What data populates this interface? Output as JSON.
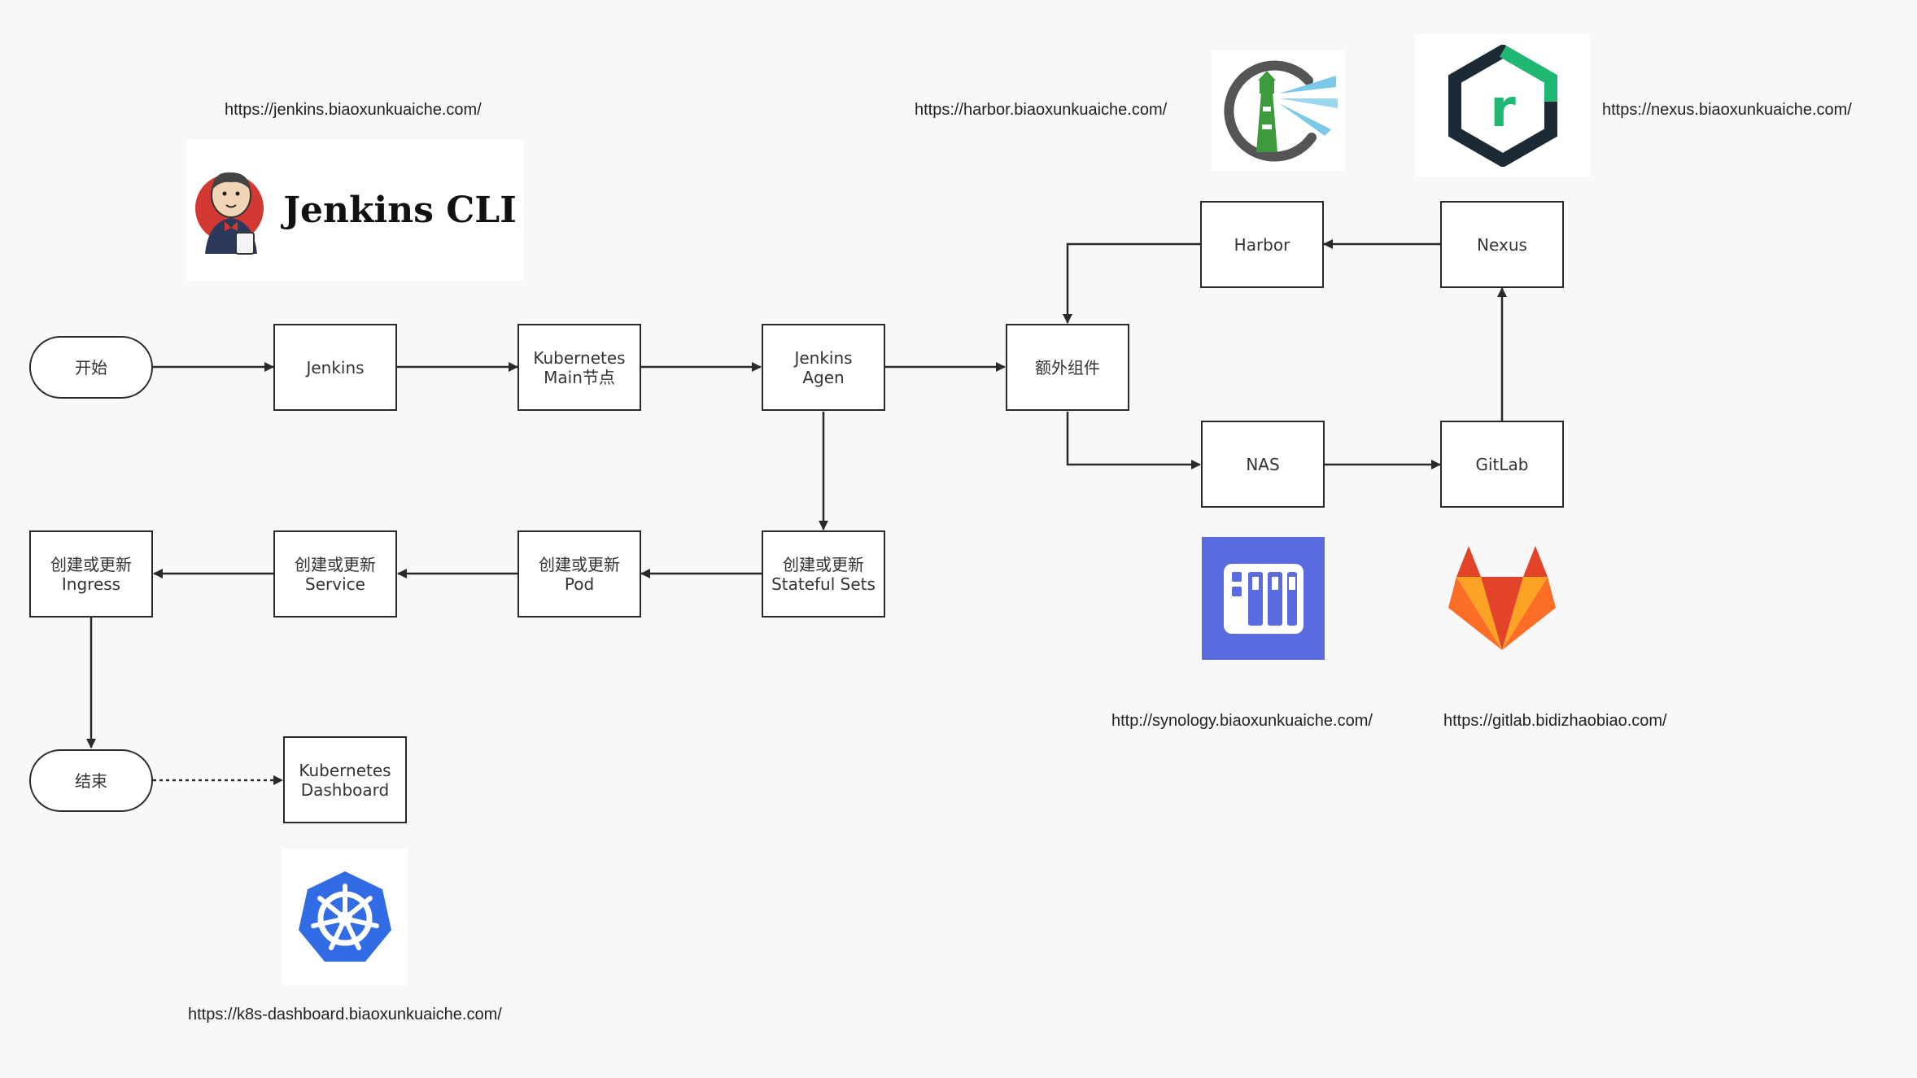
{
  "nodes": {
    "start": "开始",
    "jenkins": "Jenkins",
    "k8s_main": "Kubernetes\nMain节点",
    "jenkins_agent": "Jenkins\nAgen",
    "extra": "额外组件",
    "harbor": "Harbor",
    "nexus": "Nexus",
    "nas": "NAS",
    "gitlab": "GitLab",
    "statefulsets": "创建或更新\nStateful Sets",
    "pod": "创建或更新\nPod",
    "service": "创建或更新\nService",
    "ingress": "创建或更新\nIngress",
    "end": "结束",
    "k8s_dashboard": "Kubernetes\nDashboard"
  },
  "urls": {
    "jenkins": "https://jenkins.biaoxunkuaiche.com/",
    "harbor": "https://harbor.biaoxunkuaiche.com/",
    "nexus": "https://nexus.biaoxunkuaiche.com/",
    "synology": "http://synology.biaoxunkuaiche.com/",
    "gitlab": "https://gitlab.bidizhaobiao.com/",
    "k8s_dashboard": "https://k8s-dashboard.biaoxunkuaiche.com/"
  },
  "logos": {
    "jenkins_cli": "Jenkins CLI",
    "nexus_letter": "r"
  },
  "colors": {
    "stroke": "#2a2a2a",
    "synology_bg": "#5a6be0",
    "k8s_blue": "#326ce5",
    "nexus_green": "#1fb872",
    "harbor_green": "#3d9a3d",
    "gitlab_orange": "#fc6d26"
  }
}
